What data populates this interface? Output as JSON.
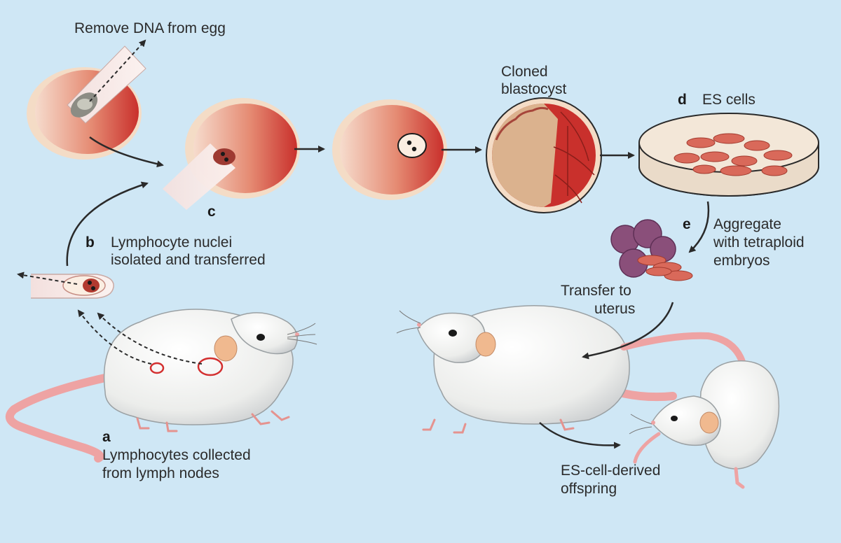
{
  "labels": {
    "remove_dna": "Remove DNA from egg",
    "cloned_blastocyst_l1": "Cloned",
    "cloned_blastocyst_l2": "blastocyst",
    "step_d": "d",
    "es_cells": "ES cells",
    "step_e": "e",
    "aggregate_l1": "Aggregate",
    "aggregate_l2": "with tetraploid",
    "aggregate_l3": "embryos",
    "step_c": "c",
    "step_b": "b",
    "lymph_nuclei_l1": "Lymphocyte nuclei",
    "lymph_nuclei_l2": "isolated and transferred",
    "transfer_l1": "Transfer to",
    "transfer_l2": "uterus",
    "step_a": "a",
    "lymph_collected_l1": "Lymphocytes collected",
    "lymph_collected_l2": "from lymph nodes",
    "offspring_l1": "ES-cell-derived",
    "offspring_l2": "offspring"
  },
  "colors": {
    "background": "#cfe7f5",
    "egg_dark": "#c9302c",
    "egg_light": "#f6dccd",
    "fur": "#f2f2f0",
    "pink": "#eea3a3",
    "arrow": "#2a2a2a"
  }
}
